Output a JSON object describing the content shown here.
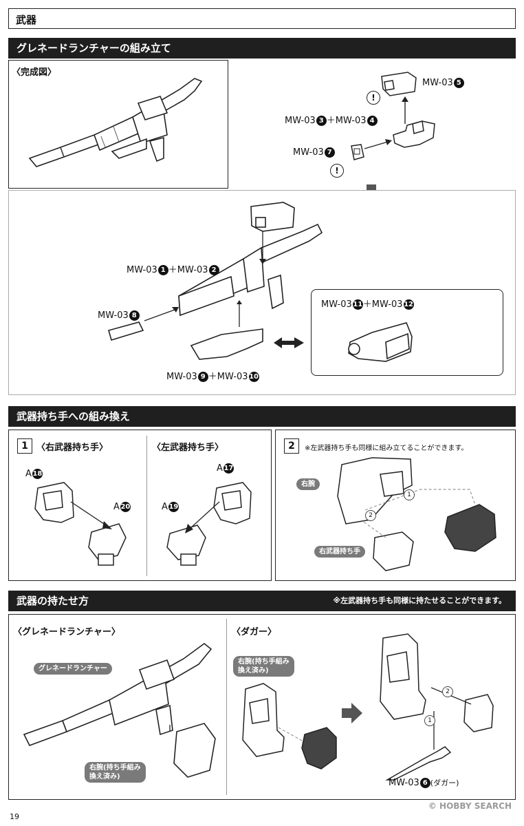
{
  "top_title": "武器",
  "section1": {
    "header": "グレネードランチャーの組み立て",
    "completed_label": "〈完成図〉",
    "parts": {
      "p5": {
        "text": "MW-03",
        "n": "5"
      },
      "p3": {
        "text": "MW-03",
        "n": "3"
      },
      "p4": {
        "plus": "＋MW-03",
        "n": "4"
      },
      "p7": {
        "text": "MW-03",
        "n": "7"
      },
      "p1": {
        "text": "MW-03",
        "n": "1"
      },
      "p2": {
        "plus": "＋MW-03",
        "n": "2"
      },
      "p8": {
        "text": "MW-03",
        "n": "8"
      },
      "p9": {
        "text": "MW-03",
        "n": "9"
      },
      "p10": {
        "plus": "＋MW-03",
        "n": "10"
      },
      "p11": {
        "text": "MW-03",
        "n": "11"
      },
      "p12": {
        "plus": "＋MW-03",
        "n": "12"
      }
    },
    "warn_mark": "!"
  },
  "section2": {
    "header": "武器持ち手への組み換え",
    "step1": {
      "num": "1",
      "right_label": "〈右武器持ち手〉",
      "left_label": "〈左武器持ち手〉",
      "a18": {
        "text": "A",
        "n": "18"
      },
      "a20": {
        "text": "A",
        "n": "20"
      },
      "a17": {
        "text": "A",
        "n": "17"
      },
      "a19": {
        "text": "A",
        "n": "19"
      }
    },
    "step2": {
      "num": "2",
      "note": "※左武器持ち手も同様に組み立てることができます。",
      "right_arm": "右腕",
      "right_hand": "右武器持ち手",
      "order1": "1",
      "order2": "2"
    }
  },
  "section3": {
    "header": "武器の持たせ方",
    "note": "※左武器持ち手も同様に持たせることができます。",
    "launcher_label": "〈グレネードランチャー〉",
    "dagger_label": "〈ダガー〉",
    "launcher_pill": "グレネードランチャー",
    "arm_pill_a": "右腕(持ち手組み",
    "arm_pill_b": "換え済み)",
    "arm_pill2_a": "右腕(持ち手組み",
    "arm_pill2_b": "換え済み)",
    "order1": "1",
    "order2": "2",
    "dagger_part": {
      "text": "MW-03",
      "n": "6",
      "suffix": "(ダガー)"
    }
  },
  "footer": {
    "page_number": "19",
    "watermark": "© HOBBY SEARCH"
  }
}
